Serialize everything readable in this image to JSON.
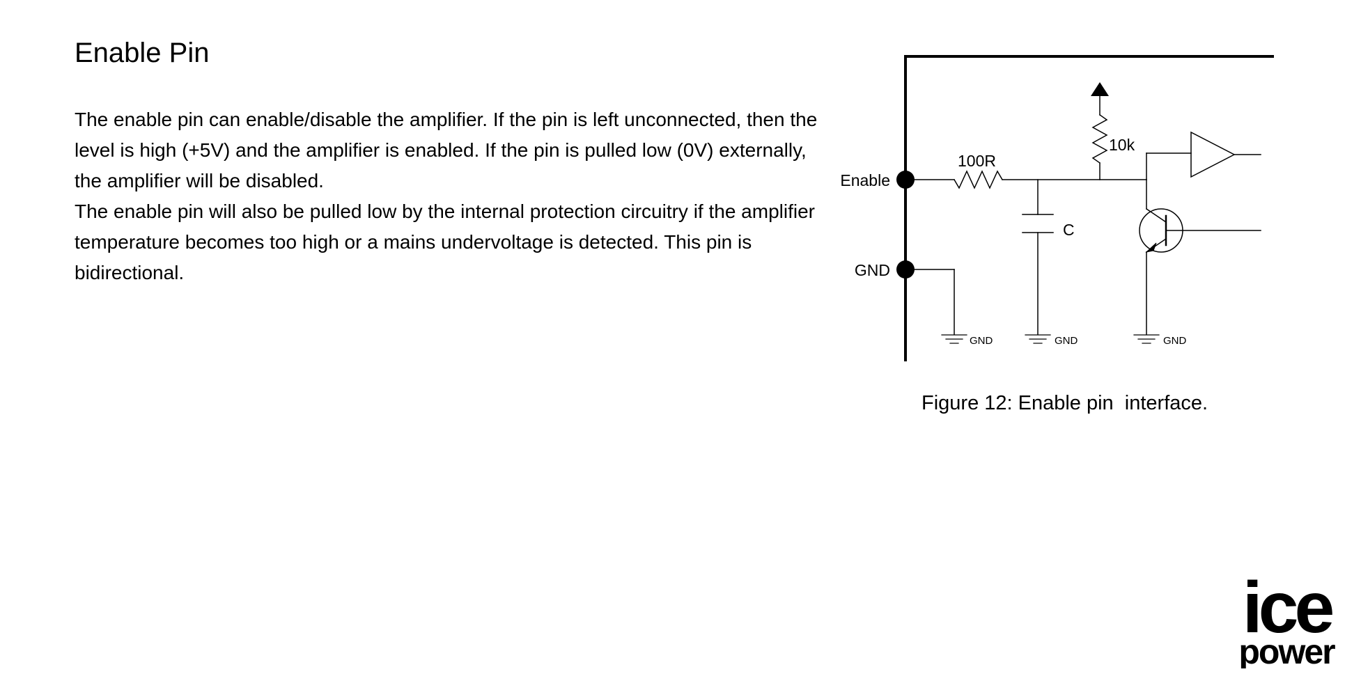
{
  "document": {
    "title": "Enable Pin",
    "paragraphs": [
      "The enable pin can enable/disable the amplifier. If the pin is left unconnected, then the level is high (+5V) and the amplifier is enabled. If the pin is pulled low (0V) externally, the amplifier will be disabled.",
      "The enable pin will also be pulled low by the internal protection circuitry if the amplifier temperature becomes too high or a mains undervoltage is detected. This pin is bidirectional."
    ]
  },
  "figure": {
    "caption": "Figure 12: Enable pin  interface.",
    "labels": {
      "enable_pin": "Enable",
      "gnd_pin": "GND",
      "resistor_series": "100R",
      "resistor_pullup": "10k",
      "capacitor": "C",
      "ground_1": "GND",
      "ground_2": "GND",
      "ground_3": "GND"
    }
  },
  "logo": {
    "line1": "ice",
    "line2": "power"
  }
}
